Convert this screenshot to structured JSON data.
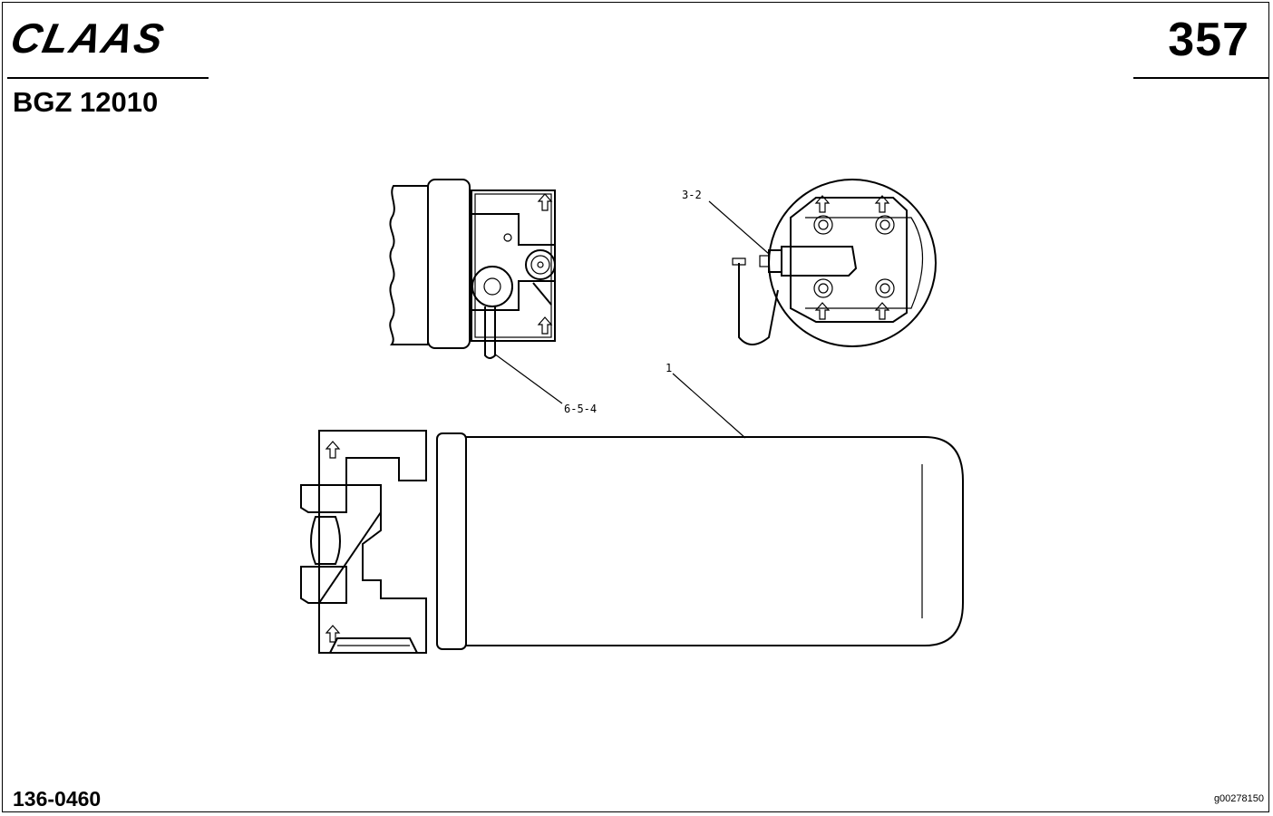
{
  "header": {
    "brand_logo": "CLAAS",
    "page_number": "357",
    "document_code": "BGZ 12010"
  },
  "footer": {
    "part_number": "136-0460",
    "image_reference": "g00278150"
  },
  "callouts": {
    "item_3_2": "3-2",
    "item_6_5_4": "6-5-4",
    "item_1": "1"
  },
  "icons": {
    "flow_arrow": "up-arrow-icon"
  }
}
